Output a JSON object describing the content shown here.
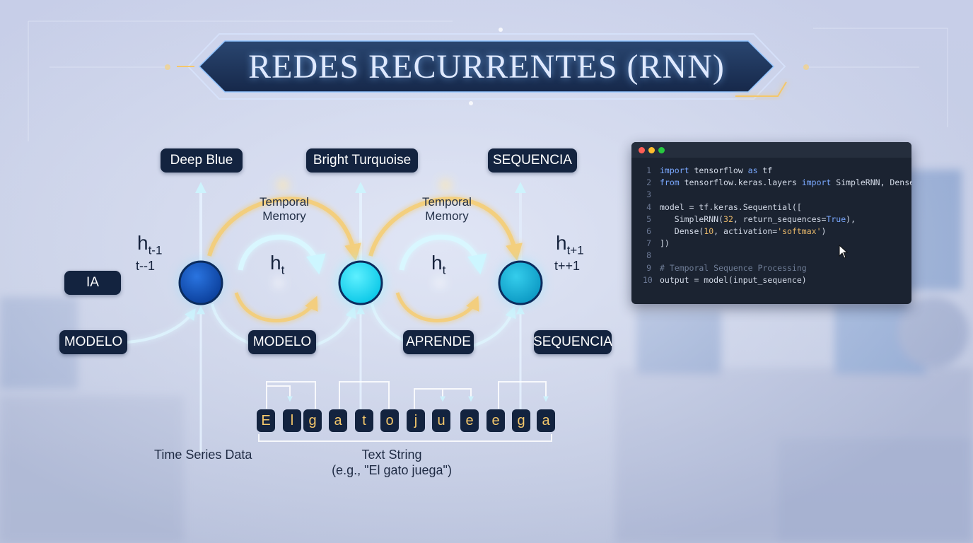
{
  "title": "REDES RECURRENTES (RNN)",
  "top_labels": [
    "Deep Blue",
    "Bright Turquoise",
    "SEQUENCIA"
  ],
  "bottom_labels": [
    "MODELO",
    "MODELO",
    "APRENDE",
    "SEQUENCIA"
  ],
  "input_label": "IA",
  "memory_label": [
    "Temporal",
    "Memory"
  ],
  "hidden_state": {
    "base": "h",
    "current_sub": "t",
    "prev_sub": "t-1",
    "next_sub": "t+1"
  },
  "time_index": {
    "prev": "t--1",
    "next": "t++1"
  },
  "text_chars": [
    "E",
    "l",
    "g",
    "a",
    "t",
    "o",
    "j",
    "u",
    "e",
    "e",
    "g",
    "a"
  ],
  "captions": {
    "time_series": "Time Series Data",
    "text_string_title": "Text String",
    "text_string_example": "(e.g., \"El gato juega\")"
  },
  "code": {
    "lines": [
      {
        "n": "1",
        "text": "import tensorflow as tf"
      },
      {
        "n": "2",
        "text": "from tensorflow.keras.layers import SimpleRNN, Dense"
      },
      {
        "n": "3",
        "text": ""
      },
      {
        "n": "4",
        "text": "model = tf.keras.Sequential(["
      },
      {
        "n": "5",
        "text": "   SimpleRNN(32, return_sequences=True),"
      },
      {
        "n": "6",
        "text": "   Dense(10, activation='softmax')"
      },
      {
        "n": "7",
        "text": "])"
      },
      {
        "n": "8",
        "text": ""
      },
      {
        "n": "9",
        "text": "# Temporal Sequence Processing"
      },
      {
        "n": "10",
        "text": "output = model(input_sequence)"
      }
    ]
  },
  "colors": {
    "node_deep_blue": "#0d4fb5",
    "node_bright_turquoise": "#12d8f2",
    "node_third": "#11acd3",
    "glow_gold": "#f6cd72",
    "glow_cyan": "#bdf3ff",
    "pill_bg": "#13233f",
    "title_panel": "#1d3358"
  }
}
